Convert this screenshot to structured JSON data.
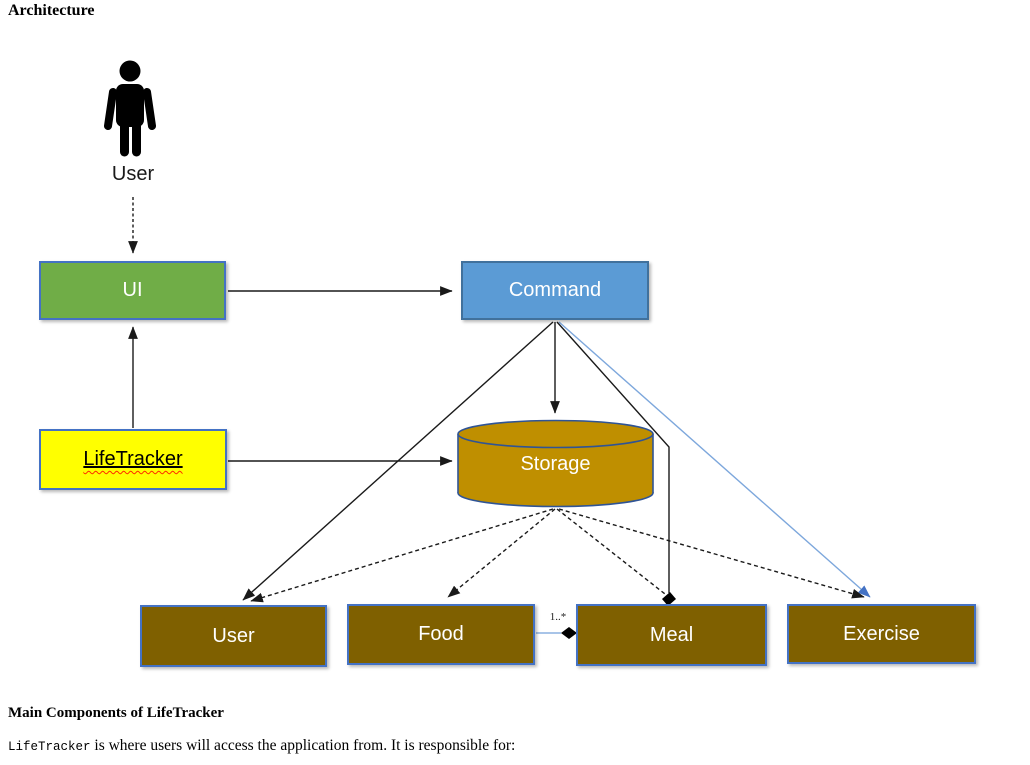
{
  "page": {
    "title": "Architecture"
  },
  "diagram": {
    "actor": {
      "label": "User"
    },
    "nodes": {
      "ui": {
        "label": "UI",
        "fill": "#70AD47"
      },
      "command": {
        "label": "Command",
        "fill": "#5B9BD5"
      },
      "lifetracker": {
        "label": "LifeTracker",
        "fill": "#FFFF00"
      },
      "storage": {
        "label": "Storage",
        "fill": "#BF8F00"
      },
      "user_component": {
        "label": "User",
        "fill": "#7F6000"
      },
      "food": {
        "label": "Food",
        "fill": "#7F6000"
      },
      "meal": {
        "label": "Meal",
        "fill": "#7F6000"
      },
      "exercise": {
        "label": "Exercise",
        "fill": "#7F6000"
      }
    },
    "edge_labels": {
      "food_meal_multiplicity": "1..*"
    },
    "colors": {
      "box_border": "#4472C4",
      "command_border": "#41719C",
      "storage_border": "#2F5496",
      "connector_black": "#1a1a1a",
      "connector_blue": "#7DA7DC",
      "arrowhead_blue": "#4472C4"
    }
  },
  "footer": {
    "heading": "Main Components of LifeTracker",
    "code_term": "LifeTracker",
    "body_rest": " is where users will access the application from. It is responsible for:"
  }
}
